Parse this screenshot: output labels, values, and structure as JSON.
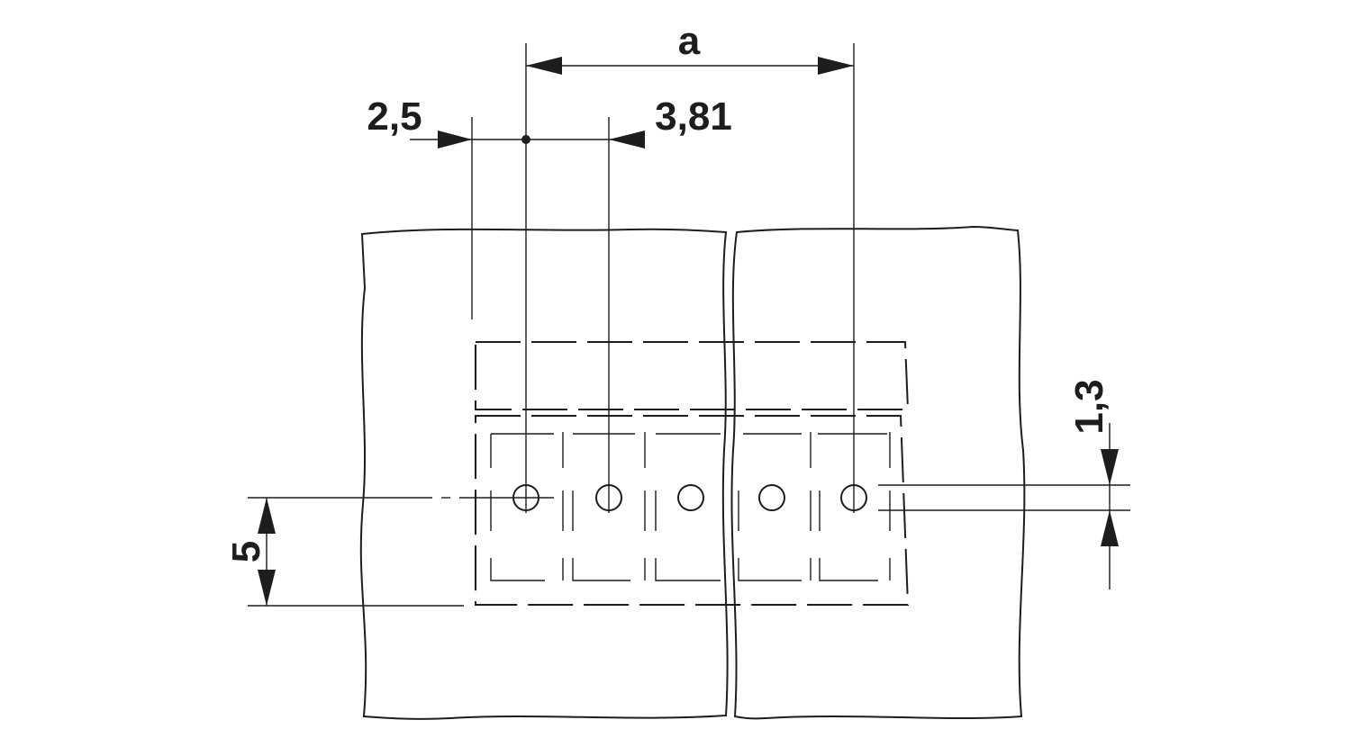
{
  "dimensions": {
    "a": "a",
    "offset_left": "2,5",
    "pitch": "3,81",
    "hole_diameter": "1,3",
    "row_height": "5"
  },
  "colors": {
    "line": "#1d1d1b",
    "background": "#ffffff"
  }
}
